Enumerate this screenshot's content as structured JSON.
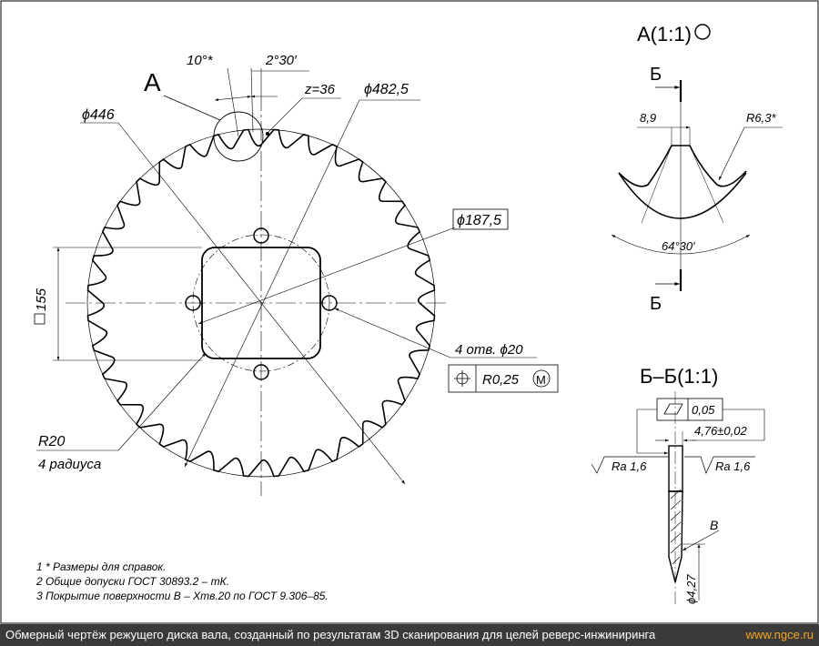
{
  "colors": {
    "line": "#000000",
    "footer_bg": "#3a3a3a",
    "footer_text": "#ffffff",
    "url": "#f5a623",
    "background": "#ffffff"
  },
  "main": {
    "view_label": "А",
    "angle_ref": "10°*",
    "angle_tooth": "2°30′",
    "teeth": "z=36",
    "dia_outer": "ϕ482,5",
    "dia_root": "ϕ446",
    "dia_holes_circle": "ϕ187,5",
    "square_size": "155",
    "holes_note": "4 отв. ϕ20",
    "position_tolerance": "R0,25",
    "tolerance_modifier": "M",
    "corner_radius": "R20",
    "corner_note": "4 радиуса"
  },
  "detail_a": {
    "title": "А(1:1)",
    "cut_letter_top": "Б",
    "cut_letter_bottom": "Б",
    "width": "8,9",
    "radius": "R6,3*",
    "angle": "64°30′"
  },
  "section_bb": {
    "title": "Б–Б(1:1)",
    "flatness": "0,05",
    "thickness": "4,76±0,02",
    "roughness_left": "Ra 1,6",
    "roughness_right": "Ra 1,6",
    "surface_letter": "В",
    "dia_small": "ϕ4,27"
  },
  "notes": [
    "1 * Размеры для справок.",
    "2 Общие допуски ГОСТ 30893.2 – mК.",
    "3 Покрытие поверхности В – Хтв.20 по ГОСТ 9.306–85."
  ],
  "footer": {
    "caption": "Обмерный чертёж режущего диска вала, созданный по результатам 3D сканирования для целей реверс-инжиниринга",
    "url": "www.ngce.ru"
  }
}
